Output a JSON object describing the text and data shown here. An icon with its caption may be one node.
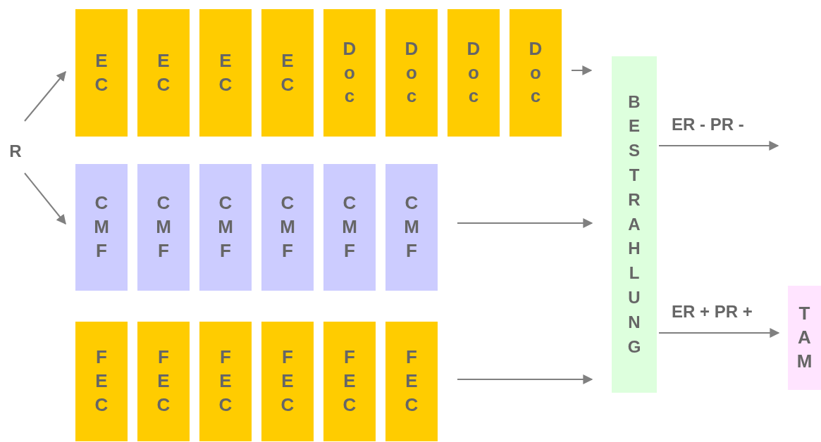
{
  "diagram": {
    "nodes": [
      {
        "text": [
          "R"
        ]
      },
      {
        "text": [
          "EC"
        ]
      },
      {
        "text": [
          "EC"
        ]
      },
      {
        "text": [
          "EC"
        ]
      },
      {
        "text": [
          "EC"
        ]
      },
      {
        "text": [
          "Doc"
        ]
      },
      {
        "text": [
          "Doc"
        ]
      },
      {
        "text": [
          "Doc"
        ]
      },
      {
        "text": [
          "Doc"
        ]
      },
      {
        "text": [
          "CMF"
        ]
      },
      {
        "text": [
          "CMF"
        ]
      },
      {
        "text": [
          "CMF"
        ]
      },
      {
        "text": [
          "CMF"
        ]
      },
      {
        "text": [
          "CMF"
        ]
      },
      {
        "text": [
          "CMF"
        ]
      },
      {
        "text": [
          "FEC"
        ]
      },
      {
        "text": [
          "FEC"
        ]
      },
      {
        "text": [
          "FEC"
        ]
      },
      {
        "text": [
          "FEC"
        ]
      },
      {
        "text": [
          "FEC"
        ]
      },
      {
        "text": [
          "FEC"
        ]
      },
      {
        "text": [
          "BESTRAHLUNG"
        ]
      },
      {
        "text": [
          "TAM"
        ]
      }
    ],
    "edges": [
      {
        "from": 0,
        "to": 1,
        "arrow": "to"
      },
      {
        "from": 0,
        "to": 9,
        "arrow": "to"
      },
      {
        "from": 8,
        "to": 21,
        "arrow": "to"
      },
      {
        "from": 14,
        "to": 21,
        "arrow": "to"
      },
      {
        "from": 20,
        "to": 21,
        "arrow": "to"
      },
      {
        "from": 21,
        "to": null,
        "arrow": "to",
        "label": "ER - PR -"
      },
      {
        "from": 21,
        "to": 22,
        "arrow": "to",
        "label": "ER + PR +"
      }
    ]
  }
}
